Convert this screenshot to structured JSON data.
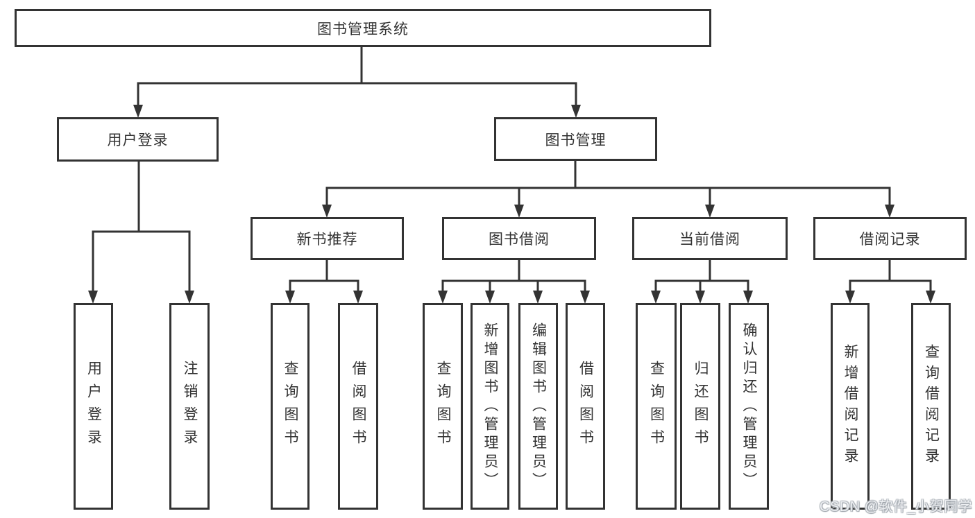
{
  "tree": {
    "label": "图书管理系统",
    "children": [
      {
        "label": "用户登录",
        "children": [
          {
            "label": "用户登录"
          },
          {
            "label": "注销登录"
          }
        ]
      },
      {
        "label": "图书管理",
        "children": [
          {
            "label": "新书推荐",
            "children": [
              {
                "label": "查询图书"
              },
              {
                "label": "借阅图书"
              }
            ]
          },
          {
            "label": "图书借阅",
            "children": [
              {
                "label": "查询图书"
              },
              {
                "label": "新增图书（管理员）"
              },
              {
                "label": "编辑图书（管理员）"
              },
              {
                "label": "借阅图书"
              }
            ]
          },
          {
            "label": "当前借阅",
            "children": [
              {
                "label": "查询图书"
              },
              {
                "label": "归还图书"
              },
              {
                "label": "确认归还（管理员）"
              }
            ]
          },
          {
            "label": "借阅记录",
            "children": [
              {
                "label": "新增借阅记录"
              },
              {
                "label": "查询借阅记录"
              }
            ]
          }
        ]
      }
    ]
  },
  "watermark": {
    "text": "CSDN @软件_小贺同学"
  },
  "colors": {
    "line": "#333333",
    "text": "#333333",
    "background": "#ffffff",
    "watermark": "#c4c9cf"
  }
}
